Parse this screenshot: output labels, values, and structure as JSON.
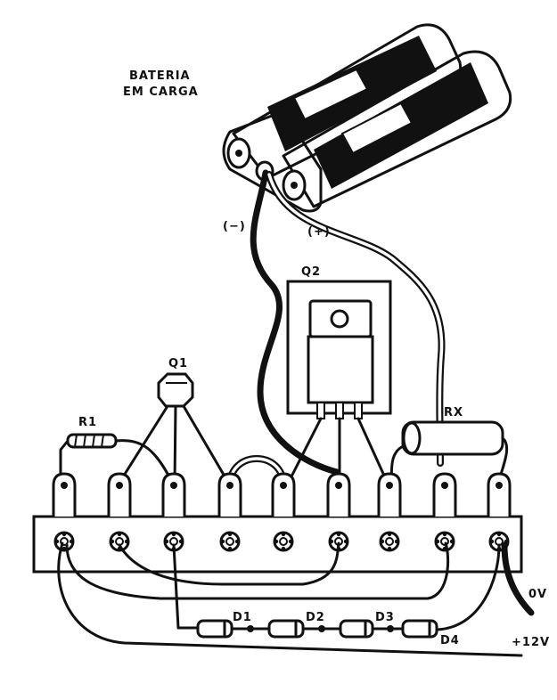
{
  "labels": {
    "battery_line1": "BATERIA",
    "battery_line2": "EM CARGA",
    "negative": "(−)",
    "positive": "(+)",
    "q1": "Q1",
    "q2": "Q2",
    "r1": "R1",
    "rx": "RX",
    "d1": "D1",
    "d2": "D2",
    "d3": "D3",
    "d4": "D4",
    "zero_volt": "0V",
    "plus_12v": "+12V"
  },
  "colors": {
    "ink": "#111111",
    "paper": "#ffffff"
  }
}
